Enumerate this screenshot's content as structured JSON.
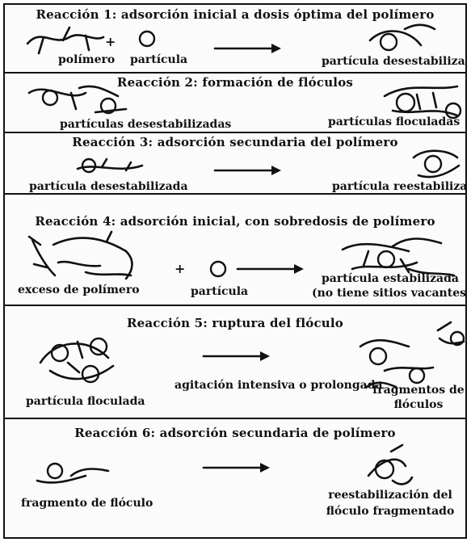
{
  "reactions": [
    {
      "title": "Reacción 1: adsorción inicial a dosis óptima del polímero",
      "plus": "+",
      "labels": [
        "polímero",
        "partícula",
        "partícula desestabilizada"
      ]
    },
    {
      "title": "Reacción 2: formación de flóculos",
      "labels": [
        "partículas desestabilizadas",
        "partículas floculadas"
      ]
    },
    {
      "title": "Reacción 3: adsorción secundaria del polímero",
      "labels": [
        "partícula desestabilizada",
        "partícula reestabilizada"
      ]
    },
    {
      "title": "Reacción 4: adsorción inicial, con sobredosis de polímero",
      "plus": "+",
      "labels": [
        "exceso de polímero",
        "partícula",
        "partícula estabilizada",
        "(no tiene sitios vacantes)"
      ]
    },
    {
      "title": "Reacción 5: ruptura del flóculo",
      "labels": [
        "agitación intensiva o prolongada",
        "partícula floculada",
        "fragmentos de",
        "flóculos"
      ]
    },
    {
      "title": "Reacción 6: adsorción secundaria de polímero",
      "labels": [
        "fragmento de flóculo",
        "reestabilización del",
        "flóculo fragmentado"
      ]
    }
  ],
  "icons": [
    "polymer-chain",
    "particle-circle",
    "reaction-arrow"
  ]
}
